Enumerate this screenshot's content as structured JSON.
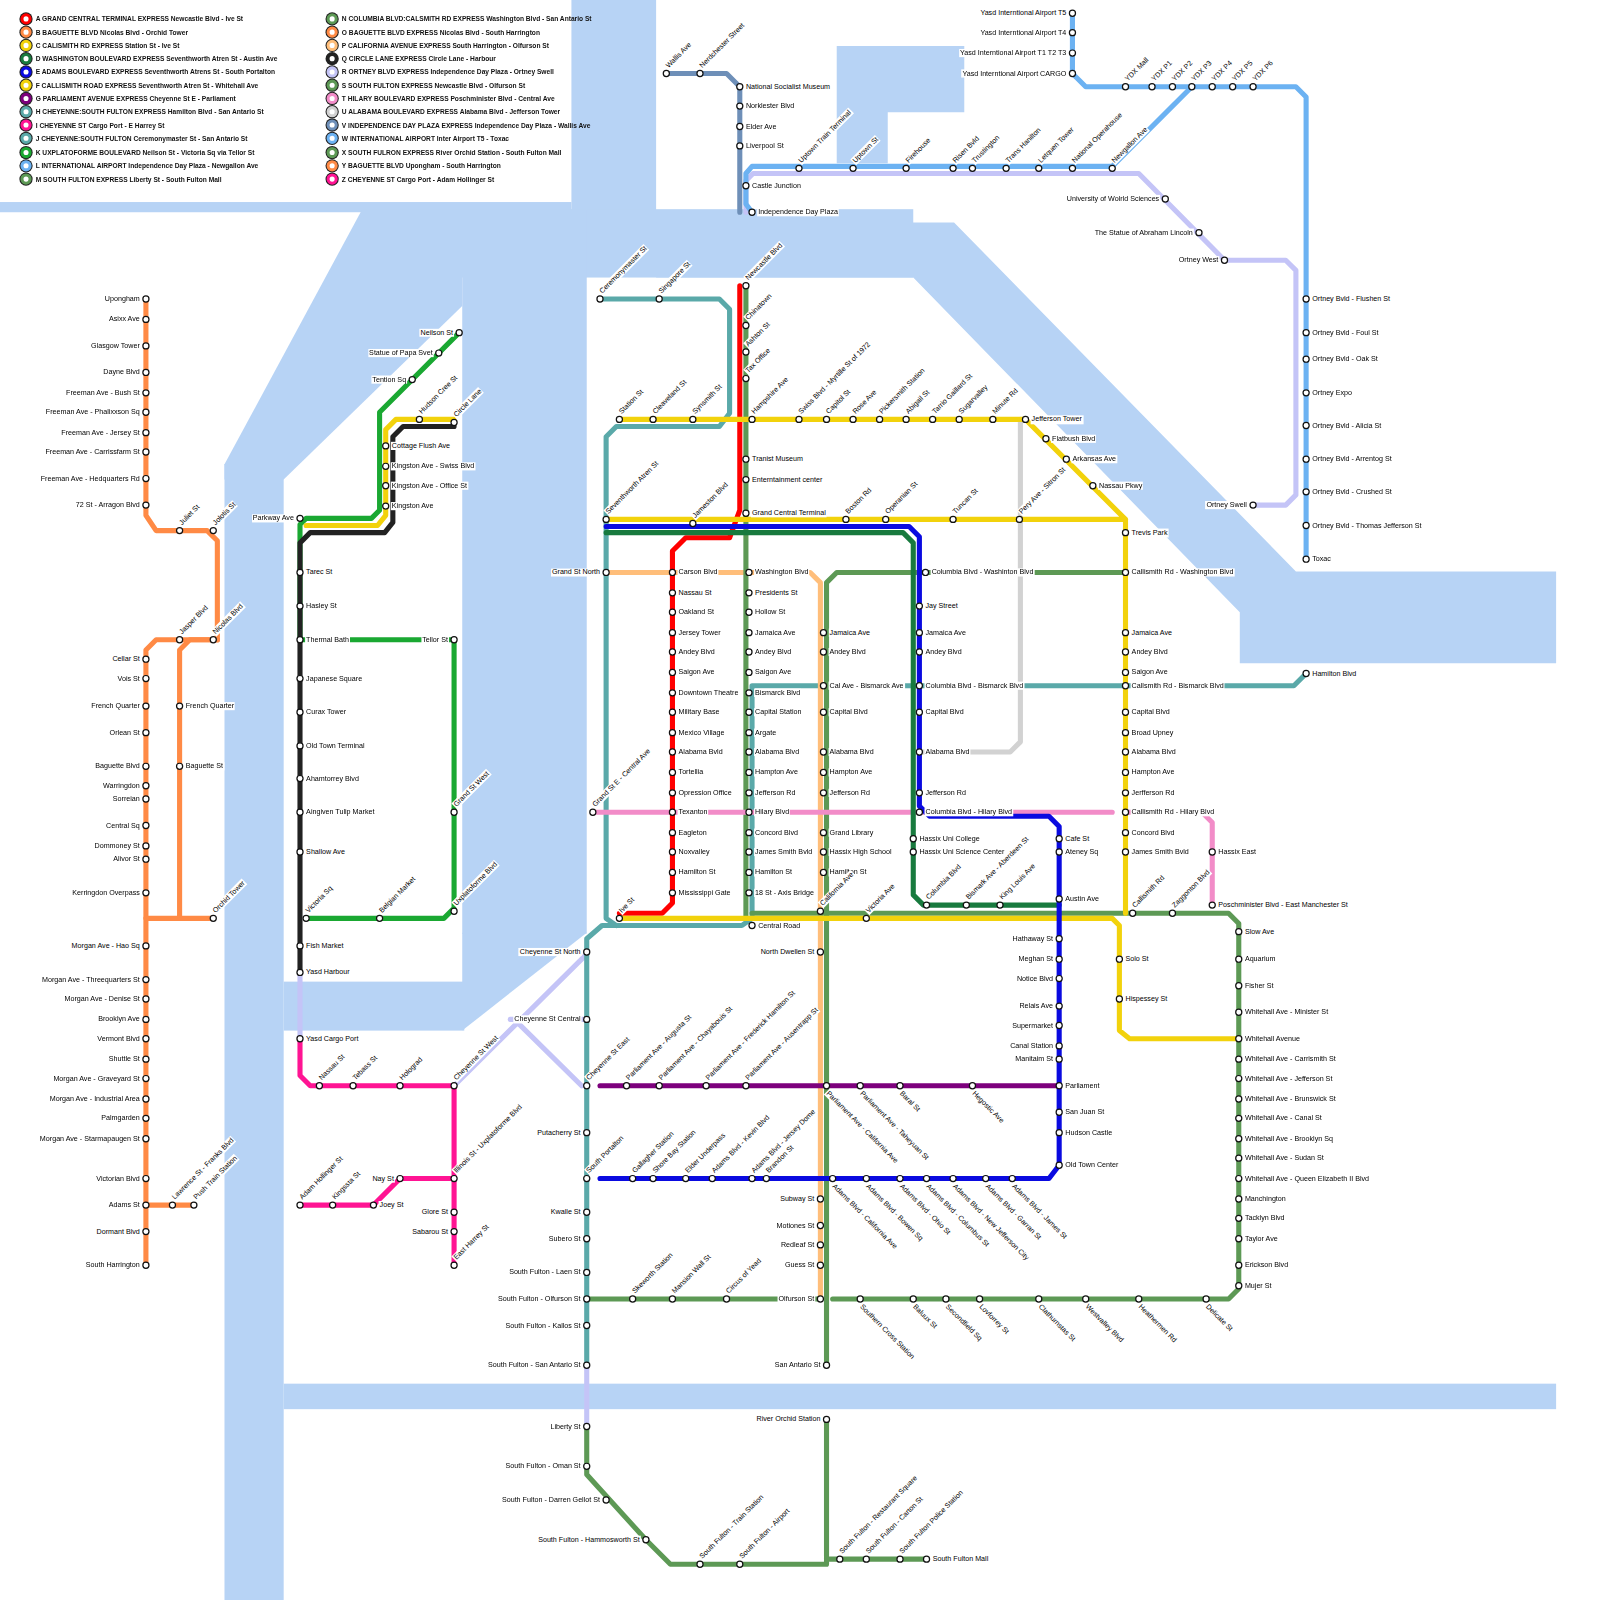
{
  "diagram": {
    "labels": [
      "Upongham",
      "Asixx Ave",
      "Glasgow Tower",
      "Dayne Blvd",
      "Freeman Ave - Bush St",
      "Freeman Ave - Phalixxson Sq",
      "Freeman Ave - Jersey St",
      "Freeman Ave - Carrissfarm St",
      "Freeman Ave - Hedquarters Rd",
      "72 St - Arragon Blvd",
      "Juliet St",
      "Jolotis St",
      "Jasper Blvd",
      "Nicolas Blvd",
      "Cellar St",
      "Vois St",
      "French Quarter",
      "French Quarter",
      "Orlean St",
      "Baguette Blvd",
      "Baguette St",
      "Warringdon",
      "Sorreian",
      "Central Sq",
      "Dommoney St",
      "Alivor St",
      "Kerringdon Overpass",
      "Orchid Tower",
      "Morgan Ave - Hao Sq",
      "Morgan Ave - Threequarters St",
      "Morgan Ave - Denise St",
      "Brooklyn Ave",
      "Vermont Blvd",
      "Shuttle St",
      "Morgan Ave - Graveyard St",
      "Morgan Ave - Industrial Area",
      "Palmgarden",
      "Morgan Ave - Starmapaugen St",
      "Victorian Blvd",
      "Adams St",
      "Lawrence St - Franks Blvd",
      "Push Train Station",
      "Dormant Blvd",
      "South Harrington",
      "Neilson St",
      "Statue of Papa Svet",
      "Tention Sq",
      "Hudson Cree St",
      "Circle Lane",
      "Cottage Flush Ave",
      "Kingston Ave - Swiss Blvd",
      "Kingston Ave - Office St",
      "Kingston Ave",
      "Parkway Ave",
      "Tarec St",
      "Hasley St",
      "Thermal Bath",
      "Tellor St",
      "Japanese Square",
      "Curax Tower",
      "Old Town Terminal",
      "Ahamtorrey Blvd",
      "Aingiven Tulip Market",
      "Grand St West",
      "Shallow Ave",
      "Uxplatoforme Blvd",
      "Victoria Sq",
      "Belgian Market",
      "Fish Market",
      "Yasd Harbour",
      "Yasd Cargo Port",
      "Nassau St",
      "Tebass St",
      "Holograd",
      "Cheyenne St West",
      "Illinois St - Uxplatoforme Blvd",
      "Nay St",
      "Adam Hollinger St",
      "Kingssta St",
      "Joey St",
      "Glore St",
      "Sabarou St",
      "East Harrey St",
      "Cheyenne St North",
      "Cheyenne St Central",
      "Cheyenne St East",
      "Putacherry St",
      "South Portalton",
      "Kwalle St",
      "Subero St",
      "South Fulton - Laen St",
      "South Fulton - Olfurson St",
      "South Fulton - Kallos St",
      "South Fulton - San Antario St",
      "Liberty St",
      "South Fulton - Oman St",
      "South Fulton - Darren Gellot St",
      "South Fulton - Hammosworth St",
      "South Fulton - Train Station",
      "South Fulton - Airport",
      "River Orchid Station",
      "South Fulton - Restaurant Square",
      "South Fulton - Carton St",
      "South Fulton Police Station",
      "South Fulton Mall",
      "Ceremonymaster St",
      "Singapore St",
      "Newcastle Blvd",
      "Chinatown",
      "Ashton St",
      "Tax Office",
      "Station St",
      "Cleaveland St",
      "Synsmith St",
      "Hampshire Ave",
      "Swiss Blvd - Myrtille St of 1972",
      "Capitol St",
      "Rose Ave",
      "Pickersmith Station",
      "Abigail St",
      "Tarrio Gaillard St",
      "Sugarvalley",
      "Minute Rd",
      "Jefferson Tower",
      "Flatbush Blvd",
      "Arkansas Ave",
      "Nassau Pkwy",
      "Tranist Museum",
      "Enterntainment center",
      "Grand Central Terminal",
      "Seventhworth Atren St",
      "Jameston Blvd",
      "Boston Rd",
      "Operanian St",
      "Tuncan St",
      "Pery Ave - Sitron St",
      "Trevis Park",
      "Grand St North",
      "Carson Blvd",
      "Washington Blvd",
      "Columbia Blvd - Washinton Blvd",
      "Callismith Rd - Washington Blvd",
      "Nassau St",
      "Oakland St",
      "Jersey Tower",
      "Andey Blvd",
      "Saigon Ave",
      "Downtown Theatre",
      "Military Base",
      "Mexico Village",
      "Alabama Bvld",
      "Tortellia",
      "Opression Office",
      "Texanton",
      "Eagleton",
      "Noxvalley",
      "Hamilton St",
      "Mississippi Gate",
      "Presidents St",
      "Hollow St",
      "Jamaica Ave",
      "Andey Blvd",
      "Saigon Ave",
      "Bismarck Blvd",
      "Capital Station",
      "Argate",
      "Alabama Blvd",
      "Hampton Ave",
      "Jefferson Rd",
      "Hilary Blvd",
      "Concord Blvd",
      "James Smith Bvld",
      "Hamilton St",
      "18 St - Axis Bridge",
      "Central Road",
      "Ive St",
      "Grand St E - Central Ave",
      "Jamaica Ave",
      "Andey Blvd",
      "Cal Ave - Bismarck Ave",
      "Capital Blvd",
      "Alabama Blvd",
      "Hampton Ave",
      "Jefferson Rd",
      "Grand Library",
      "Hassix High School",
      "Hamilton St",
      "California Ave",
      "Victoria Ave",
      "North Dwellen St",
      "Parliament Ave - California Ave",
      "Subway St",
      "Motiones St",
      "Redleaf St",
      "Guess St",
      "Olfurson St",
      "San Antario St",
      "Jay Street",
      "Jamaica Ave",
      "Andey Blvd",
      "Columbia Blvd - Bismarck Blvd",
      "Capital Blvd",
      "Alabama Blvd",
      "Jefferson Rd",
      "Columbia Blvd - Hilary Blvd",
      "Hassix Uni College",
      "Hassix Uni Science Center",
      "Columbia Blvd",
      "Bismark Ave - Aberdeen St",
      "King Louis Ave",
      "Jamaica Ave",
      "Andey Blvd",
      "Saigon Ave",
      "Callsmith Rd - Bismarck Blvd",
      "Capital Blvd",
      "Broad Upney",
      "Alabama Blvd",
      "Hampton Ave",
      "Jerfferson Rd",
      "Callismith Rd - Hilary Blvd",
      "Concord Blvd",
      "James Smith Bvld",
      "Hassix East",
      "Callismith Rd",
      "Zaggonton Blvd",
      "Poschminister Blvd - East Manchester St",
      "Solo St",
      "Hispessey St",
      "Hamilton Blvd",
      "Cafe St",
      "Ateney Sq",
      "Austin Ave",
      "Hathaway St",
      "Meghan St",
      "Notice Blvd",
      "Relais Ave",
      "Supermarket",
      "Canal Station",
      "Manitaim St",
      "Parliament",
      "San Juan St",
      "Hudson Castle",
      "Old Town Center",
      "Parliament Ave - Augusta St",
      "Parliament Ave - Chayabouis St",
      "Parliament Ave - Frederick Hamilton St",
      "Parliament Ave - Ausentrapp St",
      "Parliament Ave - Taheyuan St",
      "Baral St",
      "Hegostic Ave",
      "Gallagher Station",
      "Shore Bay Station",
      "Elder Underpass",
      "Adams Blvd - Kevin Blvd",
      "Adams Blvd - Jersey Dome",
      "Brandon St",
      "Adams Blvd - California Ave",
      "Adams Blvd - Bowen Sq",
      "Adams Blvd - Ohio St",
      "Adams Blvd - Columbus St",
      "Adams Blvd - New Jefferson City",
      "Adams Blvd - Garran St",
      "Adams Blvd - James St",
      "Skeworth Station",
      "Mansion Wall St",
      "Circus of Yead",
      "Southern Cross Station",
      "Baluux St",
      "Secondfield Sq",
      "Lovforrey St",
      "Clathurnstas St",
      "Westvalley Blvd",
      "Heathermen Rd",
      "Delicate St",
      "Slow Ave",
      "Aquarium",
      "Fisher St",
      "Whitehall Ave - Minister St",
      "Whitehall Avenue",
      "Whitehall Ave - Carrismith St",
      "Whitehall Ave - Jefferson St",
      "Whitehall Ave - Brunswick St",
      "Whitehall Ave - Canal St",
      "Whitehall Ave - Brooklyn Sq",
      "Whitehall Ave - Sudan St",
      "Whitehall Ave - Queen Elizabeth II Blvd",
      "Manchington",
      "Tacklyn Blvd",
      "Taylor Ave",
      "Erickson Blvd",
      "Mujer St",
      "Wallis Ave",
      "Nerdchester Street",
      "National Socialist Museum",
      "Norklester Blvd",
      "Elder Ave",
      "Liverpool St",
      "Castle Junction",
      "Independence Day Plaza",
      "Uptown Train Terminal",
      "Uptown St",
      "Firehouse",
      "Risen Bvld",
      "Trustington",
      "Trans Hanilton",
      "Letquen Tower",
      "National Operahouse",
      "Newgallon Ave",
      "University of Wolrld Sciences",
      "The Statue of Abraham Lincoln",
      "Ortney West",
      "Ortney Swell",
      "Yasd Interntional Airport T5",
      "Yasd Interntional Airport T4",
      "Yasd Interntional Airport T1 T2 T3",
      "Yasd Interntional Airport CARGO",
      "YDX Mall",
      "YDX P1",
      "YDX P2",
      "YDX P3",
      "YDX P4",
      "YDX P5",
      "YDX P6",
      "Ortney Bvld - Flushen St",
      "Ortney Bvld - Foul St",
      "Ortney Bvld - Oak St",
      "Ortney Expo",
      "Ortney Bvld - Alicia St",
      "Ortney Bvld - Arrentog St",
      "Ortney Bvld - Crushed St",
      "Ortney Bvld - Thomas Jefferson St",
      "Toxac"
    ],
    "legend": [
      {
        "text": "A GRAND CENTRAL TERMINAL EXPRESS Newcastle Blvd - Ive St",
        "color": "#ff0000"
      },
      {
        "text": "B BAGUETTE BLVD Nicolas Blvd - Orchid Tower",
        "color": "#ff8a45"
      },
      {
        "text": "C CALISMITH RD EXPRESS Station St - Ive St",
        "color": "#f2d20c"
      },
      {
        "text": "D WASHINGTON BOULEVARD EXPRESS Seventhworth Atren St - Austin Ave",
        "color": "#187a3e"
      },
      {
        "text": "E ADAMS BOULEVARD EXPRESS Seventhworth Atrens St - South Portalton",
        "color": "#0a0ae0"
      },
      {
        "text": "F CALLISMITH ROAD EXPRESS Seventhworth Atren St - Whitehall Ave",
        "color": "#f2d20c"
      },
      {
        "text": "G PARLIAMENT AVENUE EXPRESS Cheyenne St E - Parliament",
        "color": "#7d007d"
      },
      {
        "text": "H CHEYENNE:SOUTH FULTON EXPRESS Hamilton Blvd - San Antario St",
        "color": "#5aa9a9"
      },
      {
        "text": "I CHEYENNE ST Cargo Port - E Harrey St",
        "color": "#ff1493"
      },
      {
        "text": "J CHEYENNE:SOUTH FULTON Ceremonymaster St - San Antario St",
        "color": "#5aa9a9"
      },
      {
        "text": "K UXPLATOFORME BOULEVARD Neilson St - Victoria Sq via Tellor St",
        "color": "#1aa832"
      },
      {
        "text": "L INTERNATIONAL AIRPORT Independence Day Plaza - Newgallon Ave",
        "color": "#6cb2f2"
      },
      {
        "text": "M SOUTH FULTON EXPRESS Liberty St - South Fulton Mall",
        "color": "#5d9955"
      },
      {
        "text": "N COLUMBIA BLVD:CALSMITH RD EXPRESS Washington Blvd - San Antario St",
        "color": "#5d9955"
      },
      {
        "text": "O BAGUETTE BLVD EXPRESS Nicolas Blvd - South Harrington",
        "color": "#ff8a45"
      },
      {
        "text": "P CALIFORNIA AVENUE EXPRESS South Harrington - Olfurson St",
        "color": "#ffbe7a"
      },
      {
        "text": "Q CIRCLE LANE EXPRESS Circle Lane - Harbour",
        "color": "#222222"
      },
      {
        "text": "R ORTNEY BLVD EXPRESS Independence Day Plaza - Ortney Swell",
        "color": "#c4c4f7"
      },
      {
        "text": "S SOUTH FULTON EXPRESS Newcastle Blvd - Olfurson St",
        "color": "#5d9955"
      },
      {
        "text": "T HILARY BOULEVARD EXPRESS Poschminister Blvd - Central Ave",
        "color": "#f28cc8"
      },
      {
        "text": "U ALABAMA BOULEVARD EXPRESS Alabama Blvd - Jefferson Tower",
        "color": "#d2d2d2"
      },
      {
        "text": "V INDEPENDENCE DAY PLAZA EXPRESS Independence Day Plaza - Wallis Ave",
        "color": "#6e8fb8"
      },
      {
        "text": "W INTERNATIONAL AIRPORT Inter Airport T5 - Toxac",
        "color": "#6cb2f2"
      },
      {
        "text": "X SOUTH FULRON EXPRESS River Orchid Station - South Fulton Mall",
        "color": "#5d9955"
      },
      {
        "text": "Y BAGUETTE BLVD Upongham - South Harrington",
        "color": "#ff8a45"
      },
      {
        "text": "Z CHEYENNE ST Cargo Port - Adam Hollinger St",
        "color": "#ff1493"
      }
    ]
  }
}
